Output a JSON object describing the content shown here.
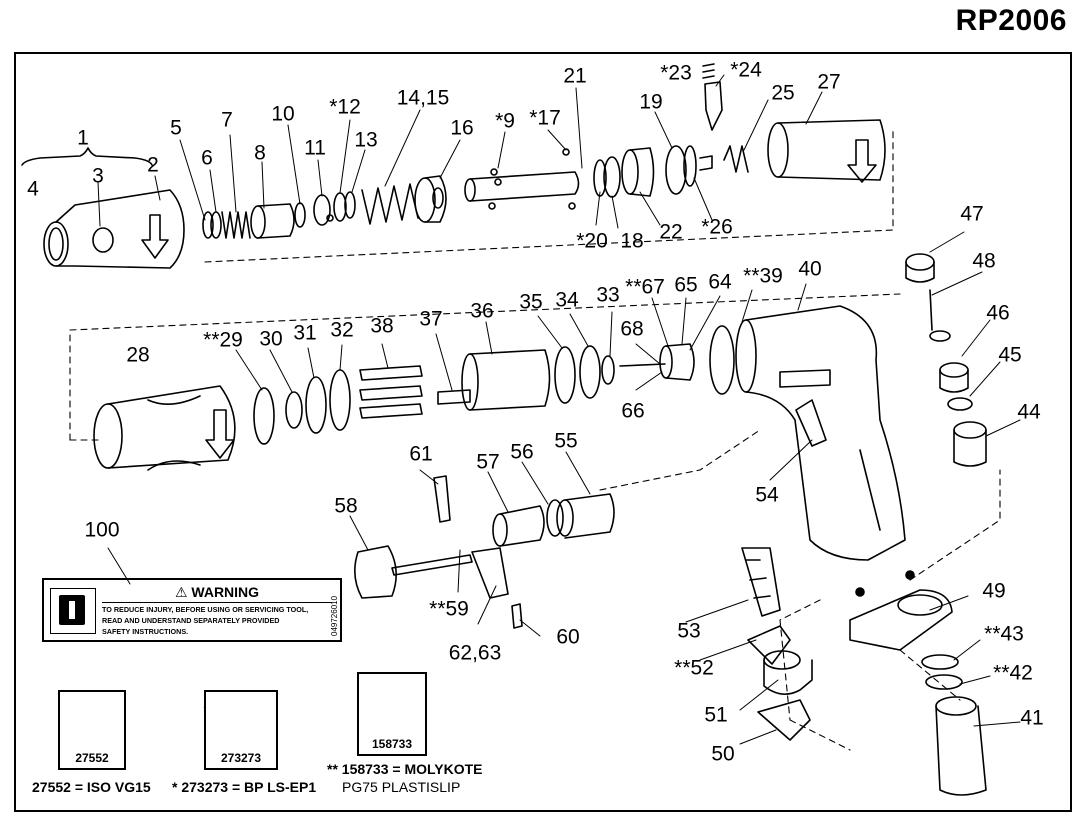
{
  "title": "RP2006",
  "part_labels": {
    "p1": "1",
    "p2": "2",
    "p3": "3",
    "p4": "4",
    "p5": "5",
    "p6": "6",
    "p7": "7",
    "p8": "8",
    "p9": "*9",
    "p10": "10",
    "p11": "11",
    "p12": "*12",
    "p13": "13",
    "p14_15": "14,15",
    "p16": "16",
    "p17": "*17",
    "p18": "18",
    "p19": "19",
    "p20": "*20",
    "p21": "21",
    "p22": "22",
    "p23": "*23",
    "p24": "*24",
    "p25": "25",
    "p26": "*26",
    "p27": "27",
    "p28": "28",
    "p29": "**29",
    "p30": "30",
    "p31": "31",
    "p32": "32",
    "p33": "33",
    "p34": "34",
    "p35": "35",
    "p36": "36",
    "p37": "37",
    "p38": "38",
    "p39": "**39",
    "p40": "40",
    "p41": "41",
    "p42": "**42",
    "p43": "**43",
    "p44": "44",
    "p45": "45",
    "p46": "46",
    "p47": "47",
    "p48": "48",
    "p49": "49",
    "p50": "50",
    "p51": "51",
    "p52": "**52",
    "p53": "53",
    "p54": "54",
    "p55": "55",
    "p56": "56",
    "p57": "57",
    "p58": "58",
    "p59": "**59",
    "p60": "60",
    "p61": "61",
    "p62_63": "62,63",
    "p64": "64",
    "p65": "65",
    "p66": "66",
    "p67": "**67",
    "p68": "68",
    "p100": "100"
  },
  "warning_label": {
    "heading": "WARNING",
    "line1": "TO REDUCE INJURY, BEFORE USING OR SERVICING TOOL,",
    "line2": "READ AND UNDERSTAND SEPARATELY PROVIDED",
    "line3": "SAFETY INSTRUCTIONS.",
    "code": "049726010"
  },
  "lubricants": [
    {
      "number": "27552",
      "caption_code": "27552",
      "caption_text": " = ISO VG15"
    },
    {
      "number": "273273",
      "caption_code": "* 273273",
      "caption_text": " = BP LS-EP1"
    },
    {
      "number": "158733",
      "caption_code": "** 158733",
      "caption_text": " = MOLYKOTE",
      "caption_line2": "PG75 PLASTISLIP"
    }
  ]
}
